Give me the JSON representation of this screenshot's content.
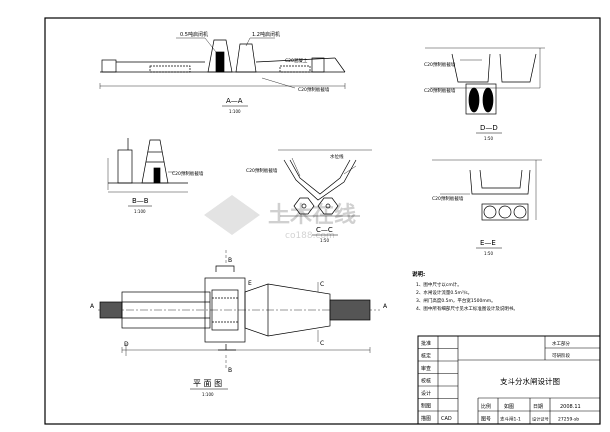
{
  "views": {
    "a_a": {
      "label": "A—A",
      "scale": "1:100",
      "notes": [
        "0.5吨启闭机",
        "1.2吨启闭机",
        "C20混凝土",
        "C20预制板截墙"
      ]
    },
    "b_b": {
      "label": "B—B",
      "scale": "1:100",
      "notes": [
        "C20预制板截墙"
      ]
    },
    "c_c": {
      "label": "C—C",
      "scale": "1:50",
      "notes": [
        "C20预制板截墙",
        "水位线"
      ]
    },
    "d_d": {
      "label": "D—D",
      "scale": "1:50",
      "notes": [
        "C20预制板截墙",
        "C20预制板截墙"
      ]
    },
    "e_e": {
      "label": "E—E",
      "scale": "1:50",
      "notes": [
        "C20预制板截墙"
      ]
    },
    "plan": {
      "label": "平 面 图",
      "scale": "1:100",
      "section_marks": {
        "a": "A",
        "b": "B",
        "c": "C",
        "d": "D",
        "e": "E"
      }
    }
  },
  "notes_block": {
    "heading": "说明:",
    "lines": [
      "1、图中尺寸以cm计。",
      "2、水闸设计流量0.5m³/s。",
      "3、闸门高度0.5m，平台宽1500mm。",
      "4、图中所有细部尺寸见水工标准图设计及说明书。"
    ]
  },
  "title_block": {
    "left_rows": [
      "批准",
      "核定",
      "审查",
      "校核",
      "设计",
      "制图",
      "描图"
    ],
    "cad_label": "CAD",
    "right_top": [
      "水工部分",
      "可研阶段"
    ],
    "drawing_title": "支斗分水闸设计图",
    "bottom_row": {
      "scale_label": "比例",
      "scale_value": "如图",
      "date_label": "日期",
      "date_value": "2008.11",
      "drawing_no_label": "图号",
      "drawing_no_value": "支斗闸1-1",
      "design_no_label": "设计证号",
      "design_no_value": "27259-sb"
    }
  },
  "watermark": {
    "main": "土木在线",
    "sub": "co188.com"
  }
}
